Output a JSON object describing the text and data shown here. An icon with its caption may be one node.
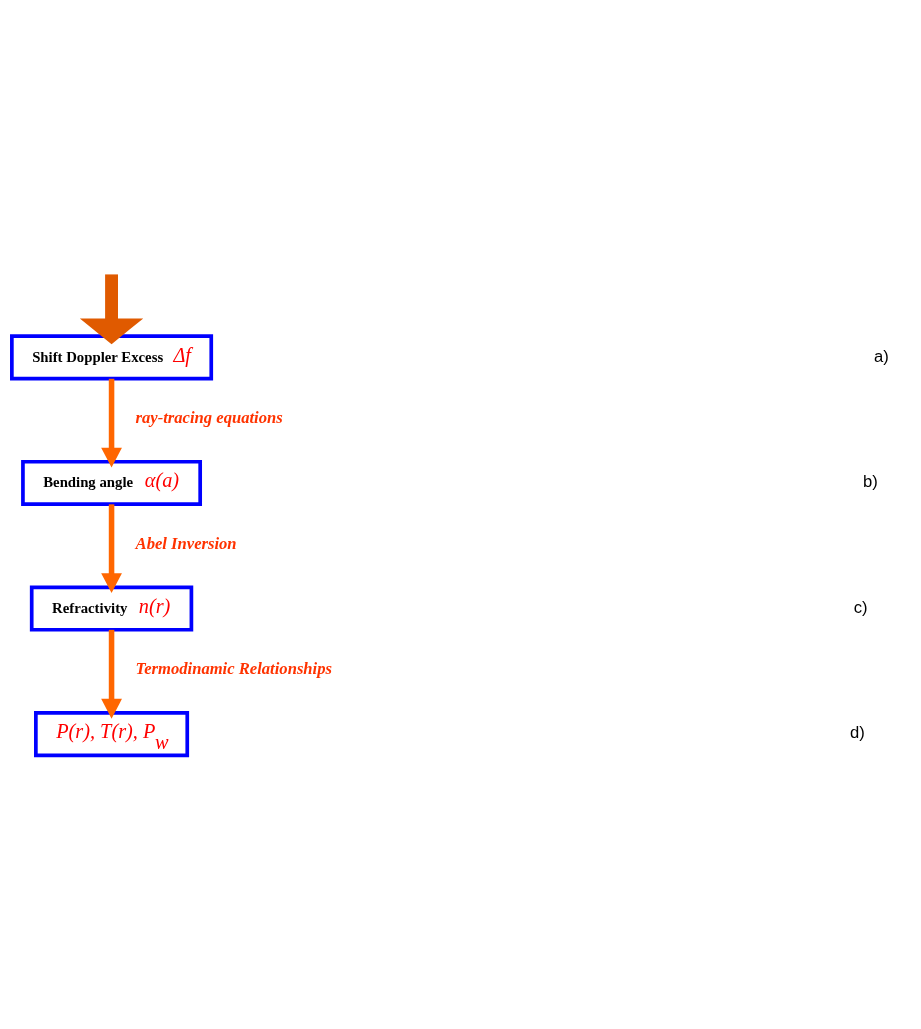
{
  "diagram": {
    "nodes": [
      {
        "text": [
          "Shift Doppler Excess",
          "Δf"
        ]
      },
      {
        "text": [
          "Bending angle",
          "α(a)"
        ]
      },
      {
        "text": [
          "Refractivity",
          "n(r)"
        ]
      },
      {
        "text": [
          "P(r), T(r), P$_{w}$"
        ]
      }
    ],
    "labels": [
      "a)",
      "b)",
      "c)",
      "d)"
    ],
    "edges": [
      {
        "from": null,
        "to": 0,
        "arrow": "to",
        "style": "thick"
      },
      {
        "from": 0,
        "to": 1,
        "arrow": "to",
        "label": "ray-tracing equations"
      },
      {
        "from": 1,
        "to": 2,
        "arrow": "to",
        "label": "Abel Inversion"
      },
      {
        "from": 2,
        "to": 3,
        "arrow": "to",
        "label": "Termodinamic Relationships"
      }
    ]
  }
}
